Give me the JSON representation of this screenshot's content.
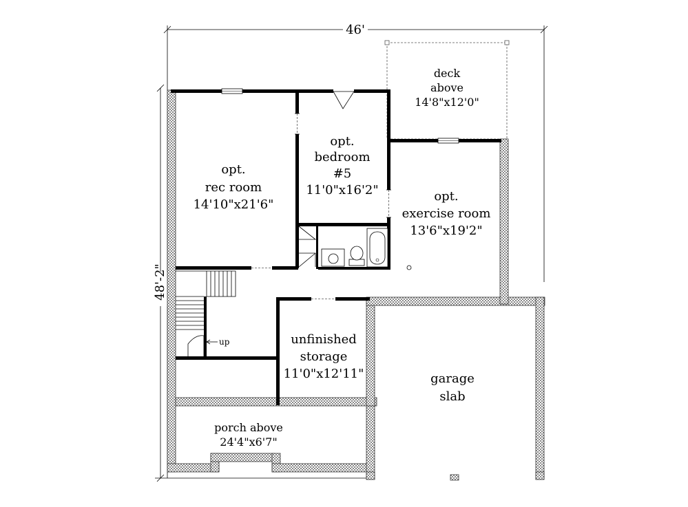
{
  "dimensions": {
    "width": "46'",
    "height": "48'-2\""
  },
  "rooms": {
    "deck": {
      "name": [
        "deck",
        "above"
      ],
      "size": "14'8\"x12'0\""
    },
    "bedroom": {
      "name": [
        "opt.",
        "bedroom",
        "#5"
      ],
      "size": "11'0\"x16'2\""
    },
    "rec_room": {
      "name": [
        "opt.",
        "rec room"
      ],
      "size": "14'10\"x21'6\""
    },
    "exercise": {
      "name": [
        "opt.",
        "exercise room"
      ],
      "size": "13'6\"x19'2\""
    },
    "storage": {
      "name": [
        "unfinished",
        "storage"
      ],
      "size": "11'0\"x12'11\""
    },
    "garage": {
      "name": [
        "garage",
        "slab"
      ]
    },
    "porch": {
      "name": [
        "porch above"
      ],
      "size": "24'4\"x6'7\""
    }
  },
  "labels": {
    "stairs": "up"
  }
}
